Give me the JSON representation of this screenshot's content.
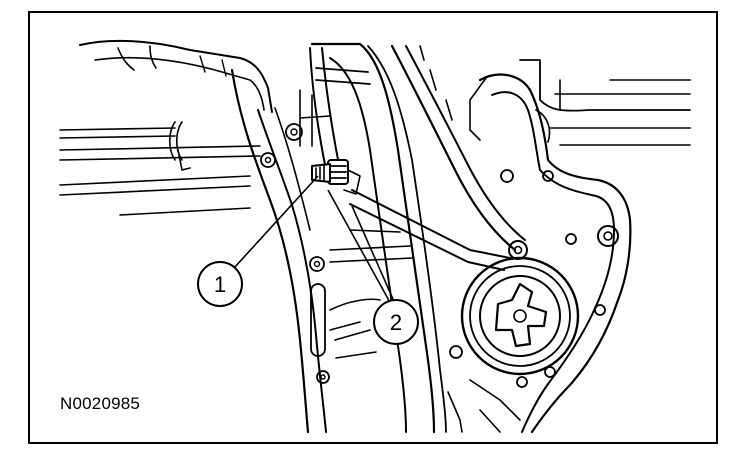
{
  "figure": {
    "id_label": "N0020985",
    "callouts": [
      {
        "number": "1"
      },
      {
        "number": "2"
      }
    ]
  },
  "colors": {
    "ink": "#000000",
    "paper": "#ffffff"
  }
}
